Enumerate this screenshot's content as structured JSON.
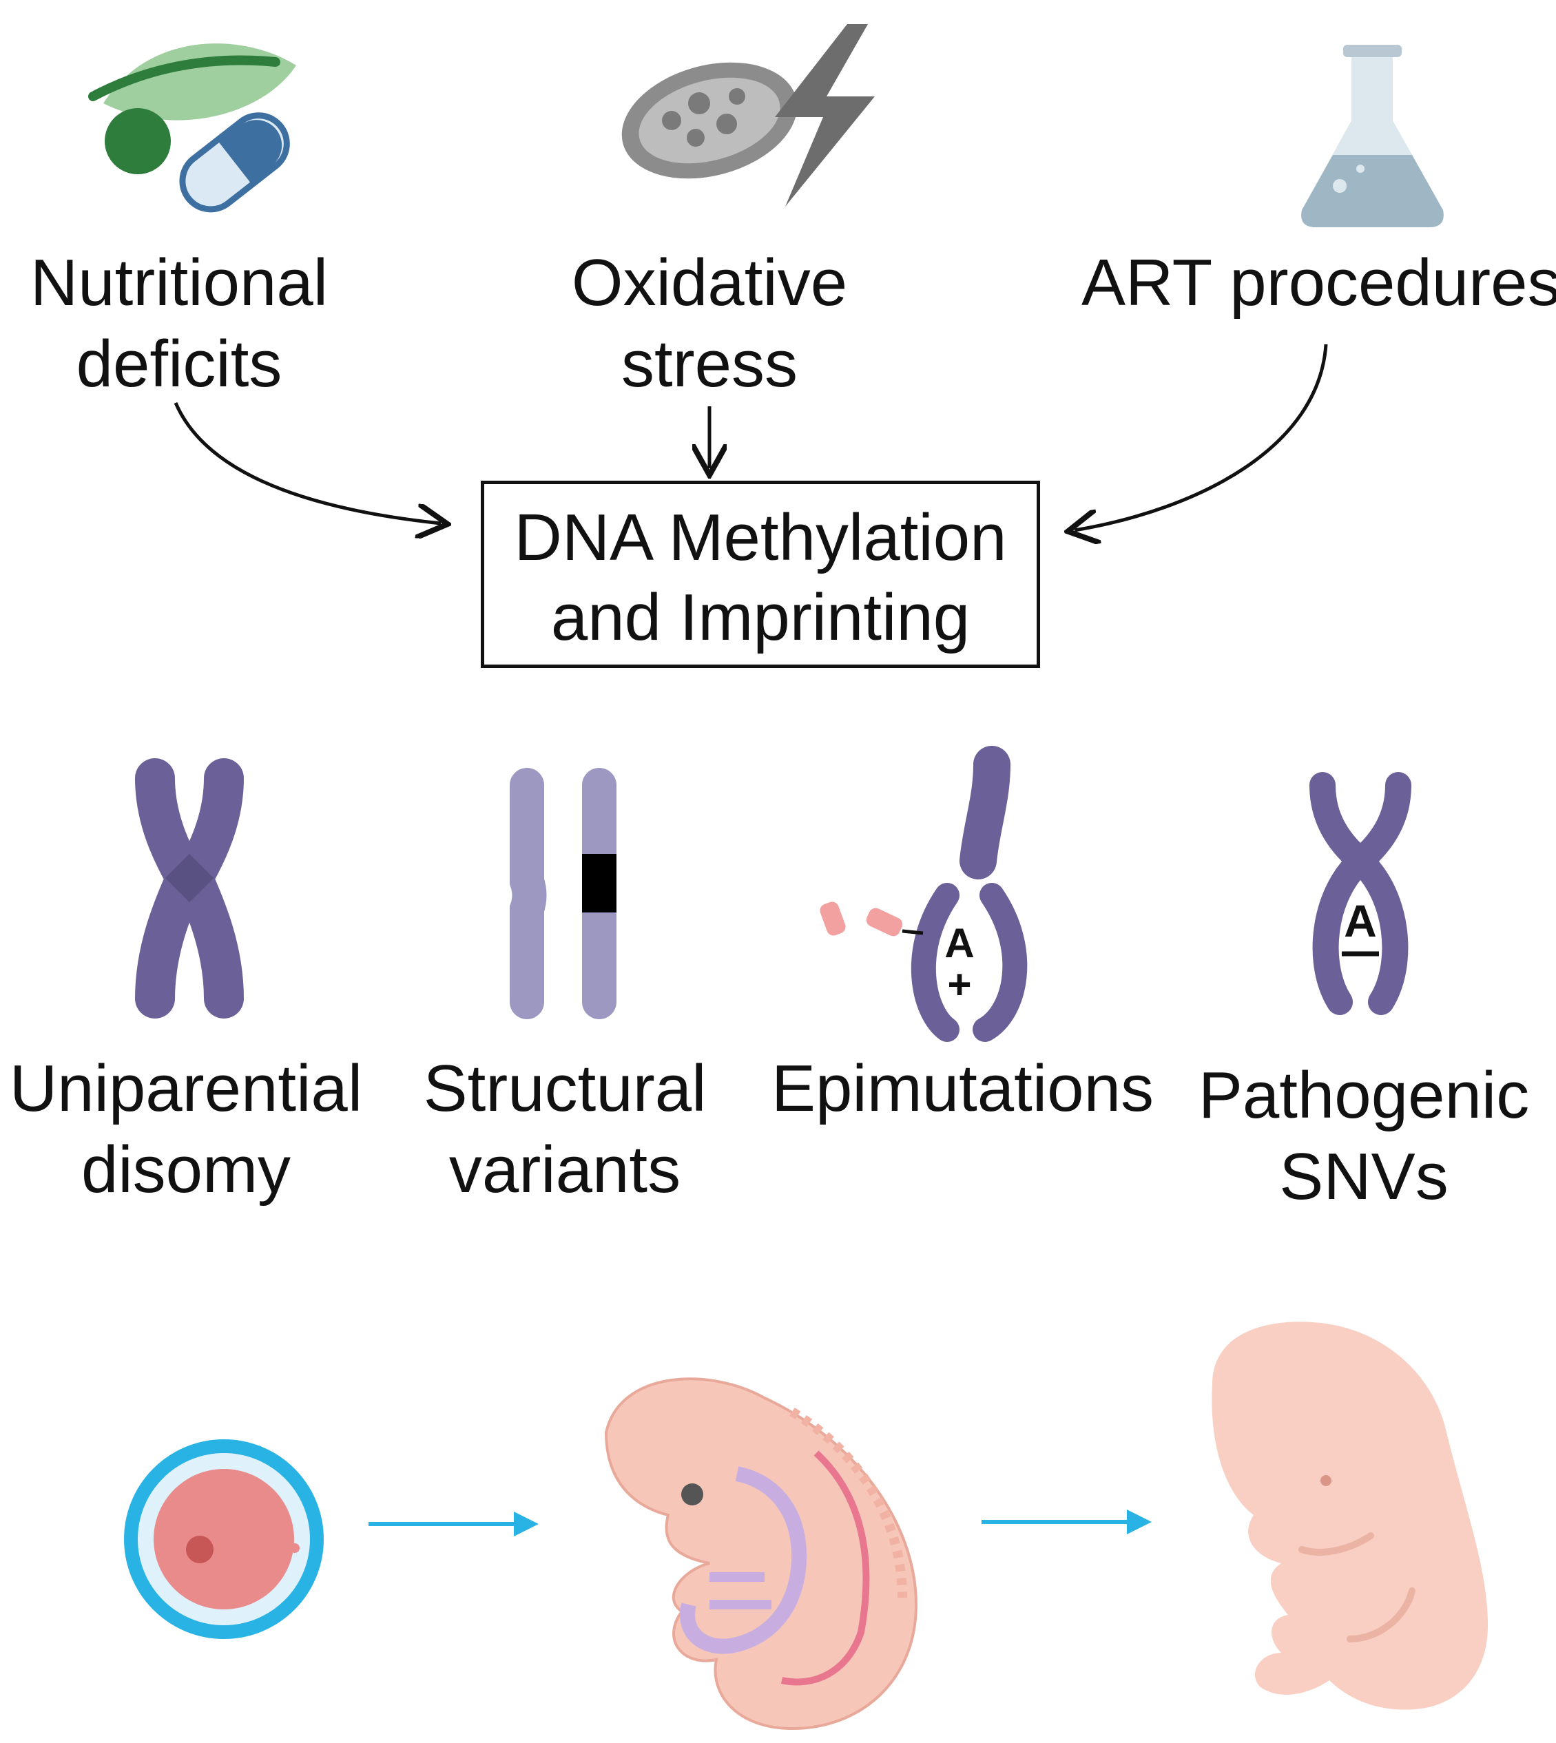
{
  "causes": [
    {
      "id": "nutritional",
      "lines": [
        "Nutritional",
        "deficits"
      ],
      "icon": "leaf-pill-icon"
    },
    {
      "id": "oxidative",
      "lines": [
        "Oxidative",
        "stress"
      ],
      "icon": "mitochondria-lightning-icon"
    },
    {
      "id": "art",
      "lines": [
        "ART procedures"
      ],
      "icon": "flask-icon"
    }
  ],
  "center_box": {
    "lines": [
      "DNA Methylation",
      "and Imprinting"
    ]
  },
  "mechanisms": [
    {
      "id": "upd",
      "lines": [
        "Uniparential",
        "disomy"
      ],
      "icon": "chromosome-x-icon"
    },
    {
      "id": "sv",
      "lines": [
        "Structural",
        "variants"
      ],
      "icon": "chromosome-pair-icon"
    },
    {
      "id": "epi",
      "lines": [
        "Epimutations"
      ],
      "icon": "chromosome-methyl-icon",
      "marks": [
        "A",
        "+"
      ]
    },
    {
      "id": "snv",
      "lines": [
        "Pathogenic",
        "SNVs"
      ],
      "icon": "chromosome-snv-icon",
      "marks": [
        "A"
      ]
    }
  ],
  "development": [
    {
      "id": "zygote",
      "icon": "zygote-icon"
    },
    {
      "id": "embryo",
      "icon": "embryo-icon"
    },
    {
      "id": "fetus",
      "icon": "fetus-icon"
    }
  ],
  "colors": {
    "chromosome_dark": "#6b6198",
    "chromosome_light": "#9c98c2",
    "arrow_blue": "#29b3e4",
    "skin": "#f6c7b9",
    "methyl_pink": "#f2a0a0"
  }
}
